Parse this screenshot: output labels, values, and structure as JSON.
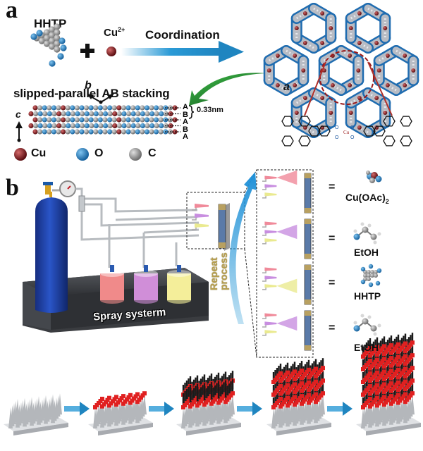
{
  "panel_a": {
    "label": "a",
    "reactant1": "HHTP",
    "plus": "+",
    "reactant2": "Cu",
    "reactant2_charge": "2+",
    "arrow_label": "Coordination",
    "stacking_title": "slipped-parallel AB stacking",
    "layers": [
      "A",
      "B",
      "A",
      "B",
      "A"
    ],
    "spacing": "0.33nm",
    "axis_c": "c",
    "axis_b": "b",
    "axis_a": "a",
    "legend": [
      {
        "label": "Cu",
        "color": "#8b1a1f"
      },
      {
        "label": "O",
        "color": "#1f7fc4"
      },
      {
        "label": "C",
        "color": "#8a8a8a"
      }
    ],
    "center_atom": "Cu"
  },
  "panel_b": {
    "label": "b",
    "base_label": "Spray systerm",
    "repeat_label_1": "Repeat",
    "repeat_label_2": "process",
    "steps": [
      {
        "eq": "=",
        "name": "Cu(OAc)",
        "sub": "2",
        "spray_color": "#f08a9a"
      },
      {
        "eq": "=",
        "name": "EtOH",
        "sub": "",
        "spray_color": "#c88ee0"
      },
      {
        "eq": "=",
        "name": "HHTP",
        "sub": "",
        "spray_color": "#d8e07a"
      },
      {
        "eq": "=",
        "name": "EtOH",
        "sub": "",
        "spray_color": "#c88ee0"
      }
    ],
    "bottles": [
      {
        "name": "Cu(OAc)2 reservoir",
        "color": "#f08a8a"
      },
      {
        "name": "EtOH reservoir",
        "color": "#d08ed8"
      },
      {
        "name": "HHTP reservoir",
        "color": "#f4ee9a"
      }
    ]
  },
  "growth": {
    "stages": 5,
    "layer_counts": [
      0,
      1,
      2,
      3,
      5
    ]
  },
  "colors": {
    "arrow_blue": "#2a9ad6",
    "green_arrow": "#2a9a3a",
    "cylinder": "#1d3fa0",
    "platform": "#4a4d52",
    "mof_red": "#e02020",
    "pillar_black": "#1a1a1a",
    "substrate": "#c8cacd",
    "repeat_text": "#b8a050"
  }
}
